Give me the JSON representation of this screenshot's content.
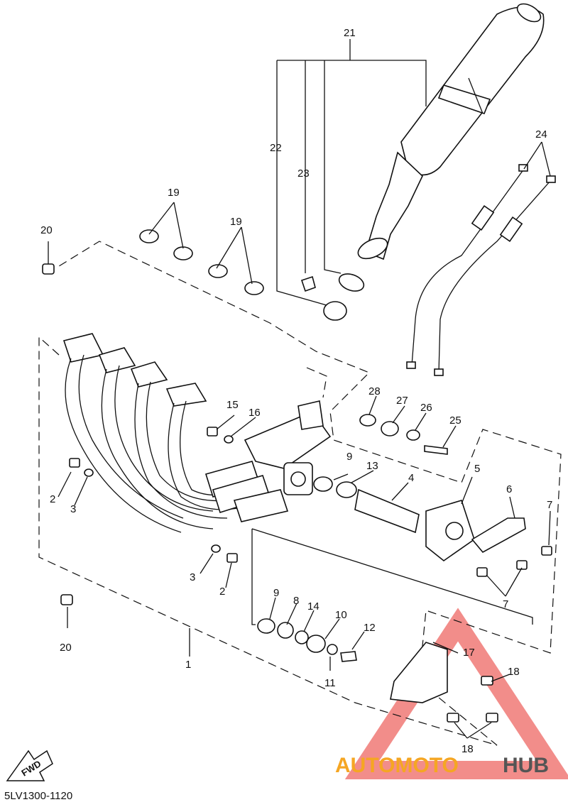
{
  "diagram_code": "5LV1300-1120",
  "fwd_label": "FWD",
  "watermark": {
    "part1": "AUTOMOTO",
    "part2": "HUB",
    "color1": "#f5a623",
    "color2": "#555555",
    "triangle_color": "#e8302a"
  },
  "callouts": {
    "p1": "1",
    "p2a": "2",
    "p2b": "2",
    "p3a": "3",
    "p3b": "3",
    "p4": "4",
    "p5": "5",
    "p6": "6",
    "p7a": "7",
    "p7b": "7",
    "p8": "8",
    "p9a": "9",
    "p9b": "9",
    "p10": "10",
    "p11": "11",
    "p12": "12",
    "p13": "13",
    "p14": "14",
    "p15": "15",
    "p16": "16",
    "p17": "17",
    "p18a": "18",
    "p18b": "18",
    "p19a": "19",
    "p19b": "19",
    "p20a": "20",
    "p20b": "20",
    "p21": "21",
    "p22": "22",
    "p23": "23",
    "p24": "24",
    "p25": "25",
    "p26": "26",
    "p27": "27",
    "p28": "28"
  }
}
